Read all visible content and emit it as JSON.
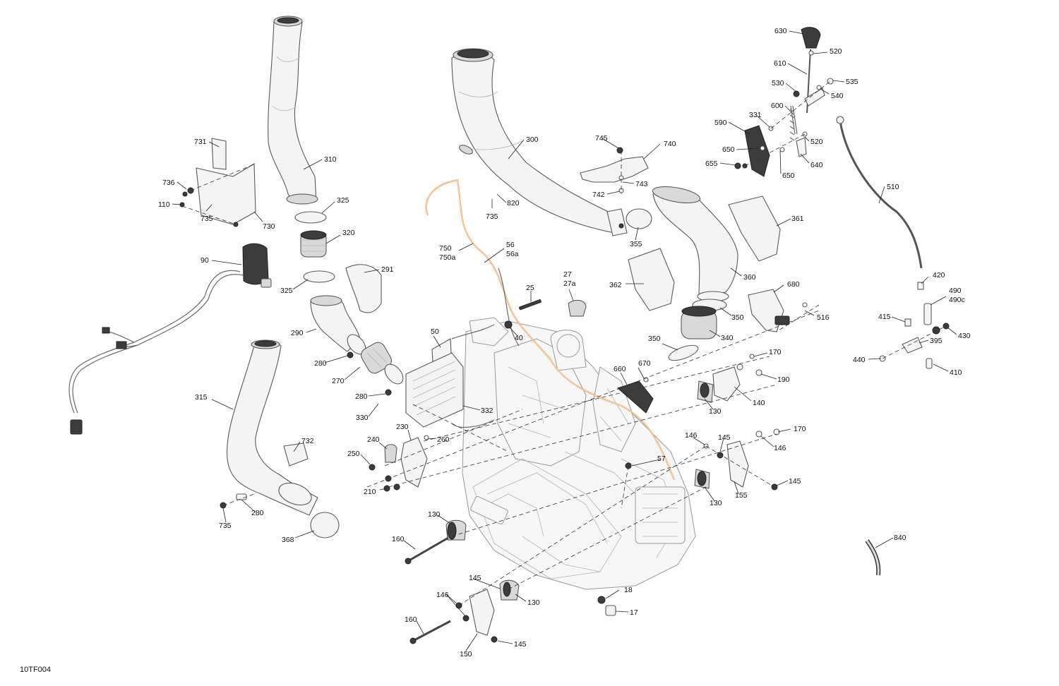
{
  "diagram": {
    "reference_code": "10TF004",
    "callouts": [
      {
        "id": "c630",
        "label": "630"
      },
      {
        "id": "c520a",
        "label": "520"
      },
      {
        "id": "c610",
        "label": "610"
      },
      {
        "id": "c530",
        "label": "530"
      },
      {
        "id": "c535",
        "label": "535"
      },
      {
        "id": "c540",
        "label": "540"
      },
      {
        "id": "c600",
        "label": "600"
      },
      {
        "id": "c331",
        "label": "331"
      },
      {
        "id": "c590",
        "label": "590"
      },
      {
        "id": "c520b",
        "label": "520"
      },
      {
        "id": "c650a",
        "label": "650"
      },
      {
        "id": "c655",
        "label": "655"
      },
      {
        "id": "c650b",
        "label": "650"
      },
      {
        "id": "c640",
        "label": "640"
      },
      {
        "id": "c510",
        "label": "510"
      },
      {
        "id": "c745",
        "label": "745"
      },
      {
        "id": "c740",
        "label": "740"
      },
      {
        "id": "c743",
        "label": "743"
      },
      {
        "id": "c742",
        "label": "742"
      },
      {
        "id": "c300",
        "label": "300"
      },
      {
        "id": "c735a",
        "label": "735"
      },
      {
        "id": "c820",
        "label": "820"
      },
      {
        "id": "c731",
        "label": "731"
      },
      {
        "id": "c310",
        "label": "310"
      },
      {
        "id": "c736",
        "label": "736"
      },
      {
        "id": "c110",
        "label": "110"
      },
      {
        "id": "c735b",
        "label": "735"
      },
      {
        "id": "c730",
        "label": "730"
      },
      {
        "id": "c325a",
        "label": "325"
      },
      {
        "id": "c320",
        "label": "320"
      },
      {
        "id": "c90",
        "label": "90"
      },
      {
        "id": "c325b",
        "label": "325"
      },
      {
        "id": "c291",
        "label": "291"
      },
      {
        "id": "c750",
        "label": "750"
      },
      {
        "id": "c750a",
        "label": "750a"
      },
      {
        "id": "c56",
        "label": "56"
      },
      {
        "id": "c56a",
        "label": "56a"
      },
      {
        "id": "c355",
        "label": "355"
      },
      {
        "id": "c361",
        "label": "361"
      },
      {
        "id": "c360",
        "label": "360"
      },
      {
        "id": "c362",
        "label": "362"
      },
      {
        "id": "c27",
        "label": "27"
      },
      {
        "id": "c27a",
        "label": "27a"
      },
      {
        "id": "c25",
        "label": "25"
      },
      {
        "id": "c40",
        "label": "40"
      },
      {
        "id": "c290",
        "label": "290"
      },
      {
        "id": "c680",
        "label": "680"
      },
      {
        "id": "c350a",
        "label": "350"
      },
      {
        "id": "c516",
        "label": "516"
      },
      {
        "id": "c420",
        "label": "420"
      },
      {
        "id": "c490",
        "label": "490"
      },
      {
        "id": "c490c",
        "label": "490c"
      },
      {
        "id": "c415",
        "label": "415"
      },
      {
        "id": "c430",
        "label": "430"
      },
      {
        "id": "c395",
        "label": "395"
      },
      {
        "id": "c440",
        "label": "440"
      },
      {
        "id": "c410",
        "label": "410"
      },
      {
        "id": "c50",
        "label": "50"
      },
      {
        "id": "c280a",
        "label": "280"
      },
      {
        "id": "c270",
        "label": "270"
      },
      {
        "id": "c280b",
        "label": "280"
      },
      {
        "id": "c340",
        "label": "340"
      },
      {
        "id": "c350b",
        "label": "350"
      },
      {
        "id": "c170a",
        "label": "170"
      },
      {
        "id": "c660",
        "label": "660"
      },
      {
        "id": "c670",
        "label": "670"
      },
      {
        "id": "c190",
        "label": "190"
      },
      {
        "id": "c315",
        "label": "315"
      },
      {
        "id": "c330",
        "label": "330"
      },
      {
        "id": "c332",
        "label": "332"
      },
      {
        "id": "c130a",
        "label": "130"
      },
      {
        "id": "c140",
        "label": "140"
      },
      {
        "id": "c230",
        "label": "230"
      },
      {
        "id": "c240",
        "label": "240"
      },
      {
        "id": "c260",
        "label": "260"
      },
      {
        "id": "c250",
        "label": "250"
      },
      {
        "id": "c732",
        "label": "732"
      },
      {
        "id": "c146a",
        "label": "146"
      },
      {
        "id": "c145a",
        "label": "145"
      },
      {
        "id": "c170b",
        "label": "170"
      },
      {
        "id": "c146b",
        "label": "146"
      },
      {
        "id": "c57",
        "label": "57"
      },
      {
        "id": "c210",
        "label": "210"
      },
      {
        "id": "c145b",
        "label": "145"
      },
      {
        "id": "c155",
        "label": "155"
      },
      {
        "id": "c130b",
        "label": "130"
      },
      {
        "id": "c735c",
        "label": "735"
      },
      {
        "id": "c280c",
        "label": "280"
      },
      {
        "id": "c130c",
        "label": "130"
      },
      {
        "id": "c368",
        "label": "368"
      },
      {
        "id": "c160a",
        "label": "160"
      },
      {
        "id": "c840",
        "label": "840"
      },
      {
        "id": "c145c",
        "label": "145"
      },
      {
        "id": "c18",
        "label": "18"
      },
      {
        "id": "c146c",
        "label": "146"
      },
      {
        "id": "c130d",
        "label": "130"
      },
      {
        "id": "c17",
        "label": "17"
      },
      {
        "id": "c160b",
        "label": "160"
      },
      {
        "id": "c145d",
        "label": "145"
      },
      {
        "id": "c150",
        "label": "150"
      }
    ]
  }
}
